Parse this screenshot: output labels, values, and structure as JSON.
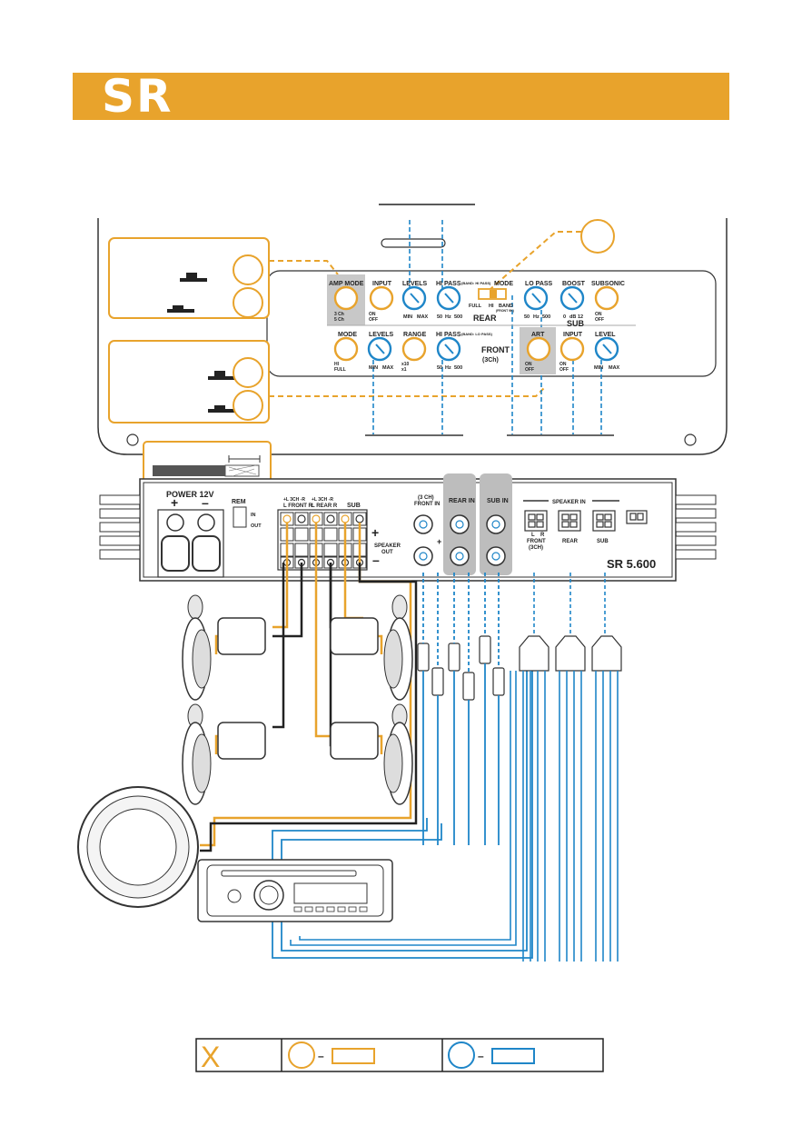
{
  "header": {
    "logo": "SR"
  },
  "colors": {
    "orange": "#e8a32c",
    "blue": "#1f86c8",
    "dark": "#222222",
    "grey": "#bdbdbd"
  },
  "panel": {
    "rear": {
      "section_label": "REAR",
      "knobs": [
        {
          "title": "AMP MODE",
          "sub_left": "3 Ch",
          "sub_left2": "5 Ch"
        },
        {
          "title": "INPUT",
          "sub_left": "ON",
          "sub_left2": "OFF"
        },
        {
          "title": "LEVELS",
          "sub_left": "MIN",
          "sub_right": "MAX"
        },
        {
          "title": "HI PASS",
          "note": "(BAND: HI PASS)",
          "sub_left": "50",
          "sub_mid": "Hz",
          "sub_right": "500"
        }
      ],
      "mode_switch": {
        "title": "MODE",
        "opt1": "FULL",
        "opt2": "HI",
        "opt3": "BAND",
        "note": "(FRONT 9K)"
      }
    },
    "sub": {
      "section_label": "SUB",
      "knobs": [
        {
          "title": "LO PASS",
          "sub_left": "50",
          "sub_mid": "Hz",
          "sub_right": "500"
        },
        {
          "title": "BOOST",
          "sub_left": "0",
          "sub_mid": "dB",
          "sub_right": "12"
        },
        {
          "title": "SUBSONIC",
          "sub_left": "ON",
          "sub_left2": "OFF"
        },
        {
          "title": "INPUT",
          "sub_left": "ON",
          "sub_left2": "OFF"
        },
        {
          "title": "LEVEL",
          "sub_left": "MIN",
          "sub_right": "MAX"
        }
      ]
    },
    "front": {
      "section_label": "FRONT",
      "section_label2": "(3Ch)",
      "knobs": [
        {
          "title": "MODE",
          "sub_left": "HI",
          "sub_left2": "FULL"
        },
        {
          "title": "LEVELS",
          "sub_left": "MIN",
          "sub_right": "MAX"
        },
        {
          "title": "RANGE",
          "sub_left": "x10",
          "sub_left2": "x1"
        },
        {
          "title": "HI PASS",
          "note": "(BAND: LO PASS)",
          "sub_left": "50",
          "sub_mid": "Hz",
          "sub_right": "500"
        },
        {
          "title": "ART",
          "sub_left": "ON",
          "sub_left2": "OFF"
        }
      ]
    }
  },
  "amp": {
    "power_label": "POWER 12V",
    "plus": "+",
    "minus": "–",
    "rem_label": "REM",
    "in_label": "IN",
    "out_label": "OUT",
    "front_header_top": "+L 3CH -R",
    "front_header": "L FRONT R",
    "rear_header_top": "+L 3CH -R",
    "rear_header": "L REAR R",
    "sub_header": "SUB",
    "speaker_out_label": "SPEAKER",
    "speaker_out_label2": "OUT",
    "front_in_label": "(3 CH)",
    "front_in_label2": "FRONT IN",
    "rear_in_label": "REAR IN",
    "sub_in_label": "SUB IN",
    "speaker_in_label": "SPEAKER IN",
    "front_conn_label": "FRONT",
    "front_conn_label2": "(3CH)",
    "rear_conn_label": "REAR",
    "sub_conn_label": "SUB",
    "conn_l": "L",
    "conn_r": "R",
    "model": "SR 5.600"
  },
  "legend": {
    "x_mark": "X",
    "dash": "–"
  }
}
